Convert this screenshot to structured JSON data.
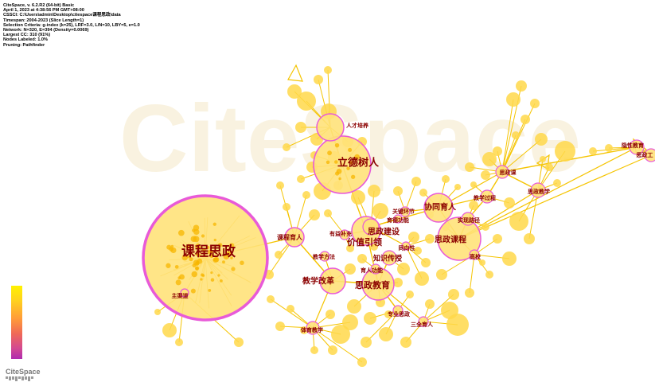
{
  "info": {
    "lines": [
      "CiteSpace, v. 6.2.R2 (64-bit) Basic",
      "April 1, 2023 at 4:38:56 PM GMT+08:00",
      "CSSCI: C:\\Users\\admin\\Desktop\\citespace课程思政\\data",
      "Timespan: 2004-2023 (Slice Length=1)",
      "Selection Criteria: g-index (k=25), LRF=3.0, L/N=10, LBY=5, e=1.0",
      "Network: N=320, E=394 (Density=0.0069)",
      "Largest CC: 310 (91%)",
      "Nodes Labeled: 1.0%",
      "Pruning: Pathfinder"
    ]
  },
  "watermark": "CiteSpace",
  "brand": "CiteSpace",
  "colors": {
    "link": "#f5c400",
    "node_fill": "#ffd84a",
    "node_ring": "#e85ad8",
    "label": "#8b0000"
  },
  "keywords": [
    {
      "id": "kcsz",
      "label": "课程思政"
    },
    {
      "id": "ldsr",
      "label": "立德树人"
    },
    {
      "id": "jzyl",
      "label": "价值引领"
    },
    {
      "id": "szjy",
      "label": "思政教育"
    },
    {
      "id": "szkc",
      "label": "思政课程"
    },
    {
      "id": "xtyr",
      "label": "协同育人"
    },
    {
      "id": "szjs",
      "label": "思政建设"
    },
    {
      "id": "jxgg",
      "label": "教学改革"
    },
    {
      "id": "kcyr",
      "label": "课程育人"
    },
    {
      "id": "zscs",
      "label": "知识传授"
    },
    {
      "id": "rcpy",
      "label": "人才培养"
    },
    {
      "id": "yxbc",
      "label": "有益补充"
    },
    {
      "id": "jxff",
      "label": "教学方法"
    },
    {
      "id": "yrgn",
      "label": "育人功能"
    },
    {
      "id": "zqd",
      "label": "主渠道"
    },
    {
      "id": "tyjx",
      "label": "体育教学"
    },
    {
      "id": "zysz",
      "label": "专业思政"
    },
    {
      "id": "sqyr",
      "label": "三全育人"
    },
    {
      "id": "gx",
      "label": "高校"
    },
    {
      "id": "sjlj",
      "label": "实现路径"
    },
    {
      "id": "jxgc",
      "label": "教学过程"
    },
    {
      "id": "szjx",
      "label": "思政教学"
    },
    {
      "id": "szk",
      "label": "思政课"
    },
    {
      "id": "gjhj",
      "label": "关键环节"
    },
    {
      "id": "yrgn2",
      "label": "育德功能"
    },
    {
      "id": "txx",
      "label": "同向性"
    },
    {
      "id": "yxjy",
      "label": "隐性教育"
    },
    {
      "id": "szg",
      "label": "思政工"
    }
  ]
}
